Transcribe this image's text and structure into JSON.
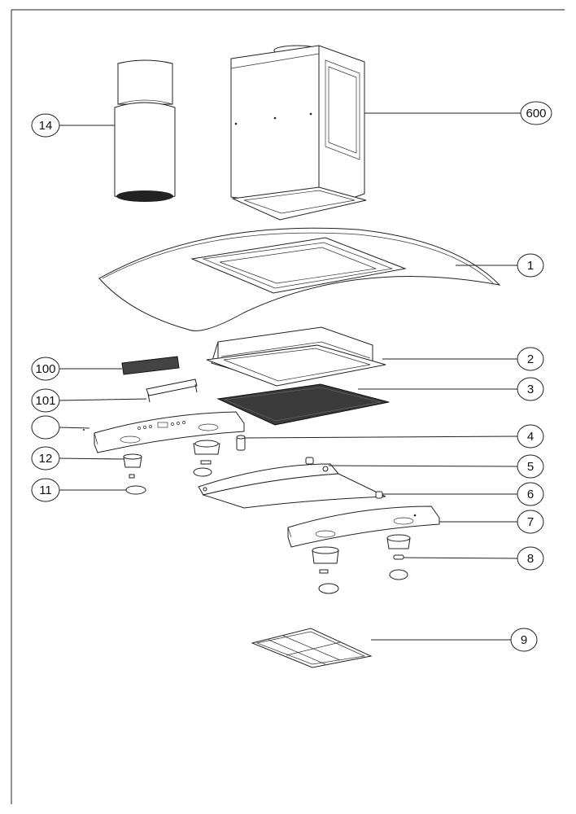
{
  "callouts": {
    "c14": "14",
    "c600": "600",
    "c1": "1",
    "c2": "2",
    "c3": "3",
    "c100": "100",
    "c101": "101",
    "c_blank": "",
    "c4": "4",
    "c12": "12",
    "c5": "5",
    "c11": "11",
    "c6": "6",
    "c7": "7",
    "c8": "8",
    "c9": "9"
  }
}
